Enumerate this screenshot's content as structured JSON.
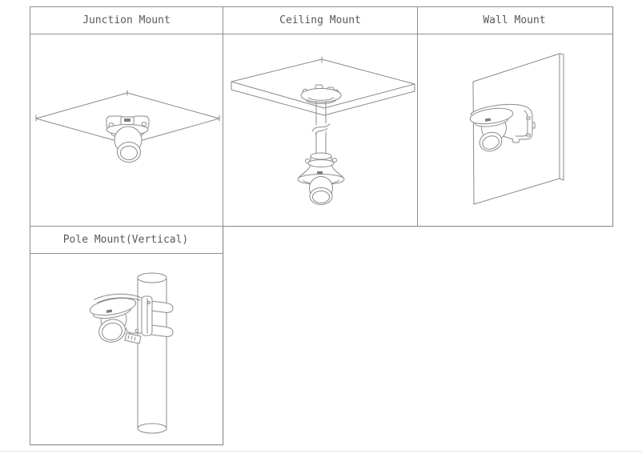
{
  "diagram": {
    "panels": [
      {
        "id": "junction",
        "label": "Junction Mount",
        "figure": "junction-mount-drawing"
      },
      {
        "id": "ceiling",
        "label": "Ceiling Mount",
        "figure": "ceiling-mount-drawing"
      },
      {
        "id": "wall",
        "label": "Wall Mount",
        "figure": "wall-mount-drawing"
      },
      {
        "id": "pole",
        "label": "Pole Mount(Vertical)",
        "figure": "pole-mount-drawing"
      }
    ],
    "colors": {
      "background": "#ffffff",
      "table_border": "#8f8f8f",
      "drawing_line": "#8a8a8a",
      "header_text": "#585858",
      "page_edge_line": "#e2e4e9"
    }
  }
}
